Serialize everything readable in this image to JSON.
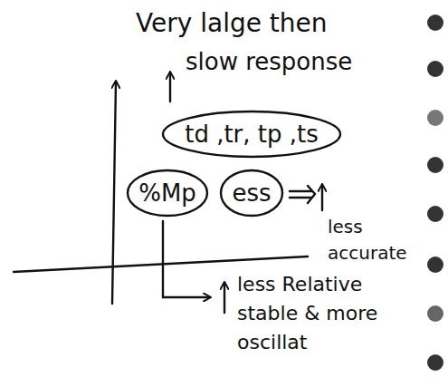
{
  "diagram": {
    "nodes": [
      {
        "text": [
          "td ,tr, tp ,ts"
        ]
      },
      {
        "text": [
          "%Mp"
        ]
      },
      {
        "text": [
          "ess"
        ]
      }
    ],
    "labels": [
      "Very lalge then",
      "slow response",
      "less accurate",
      "less Relative stable & more oscillat"
    ]
  }
}
